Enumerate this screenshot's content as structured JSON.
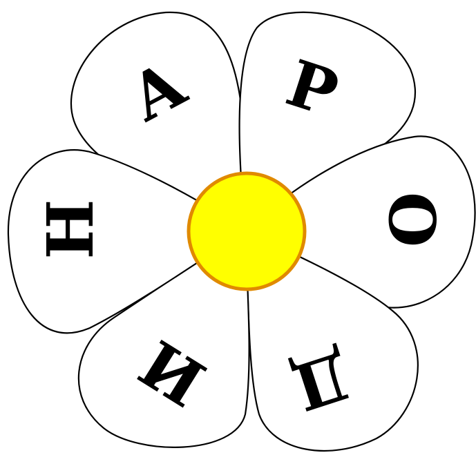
{
  "flower": {
    "petals": [
      {
        "letter": "А"
      },
      {
        "letter": "Р"
      },
      {
        "letter": "О"
      },
      {
        "letter": "Д"
      },
      {
        "letter": "И"
      },
      {
        "letter": "Н"
      }
    ],
    "colors": {
      "center_fill": "#ffff00",
      "center_stroke": "#e08a00",
      "petal_fill": "#ffffff",
      "outline": "#000000"
    }
  }
}
